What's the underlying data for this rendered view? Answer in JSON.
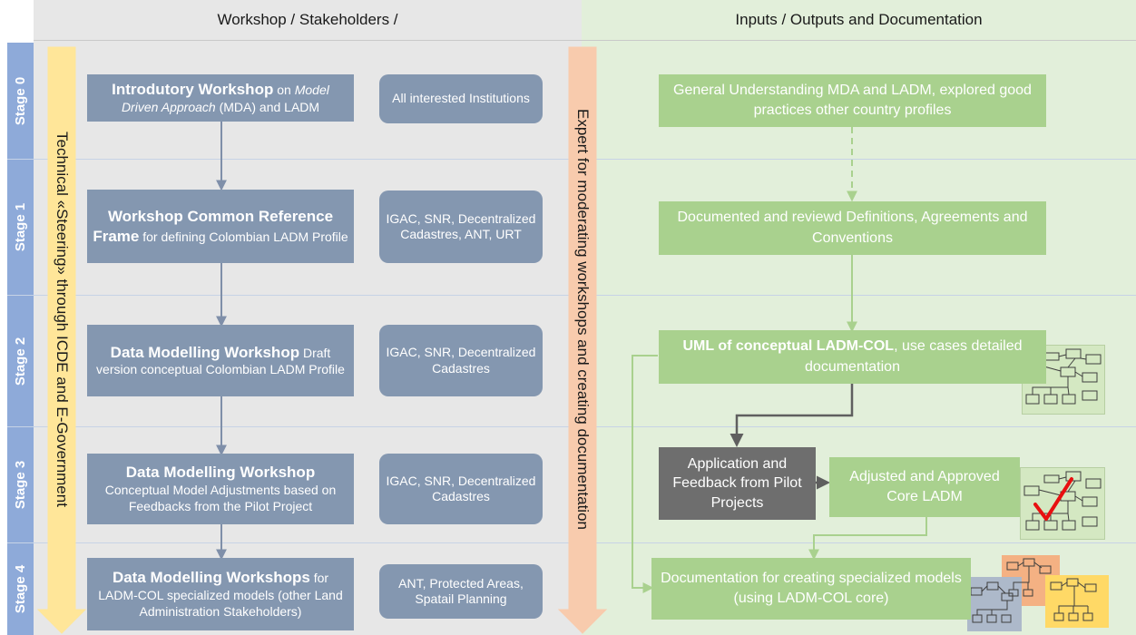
{
  "headers": {
    "left": "Workshop / Stakeholders /",
    "right": "Inputs / Outputs and Documentation"
  },
  "stages": [
    "Stage 0",
    "Stage 1",
    "Stage 2",
    "Stage 3",
    "Stage 4"
  ],
  "steering_label": "Technical «Steering» through ICDE and E-Government",
  "expert_label": "Expert for moderating workshops and creating documentation",
  "workshops": [
    {
      "title": "Introdutory Workshop",
      "title_rest": " on ",
      "italic": "Model Driven Approach",
      "rest": " (MDA) and LADM"
    },
    {
      "title": "Workshop Common Reference Frame",
      "rest": " for defining Colombian LADM Profile"
    },
    {
      "title": "Data Modelling Workshop",
      "rest": " Draft version conceptual Colombian LADM Profile"
    },
    {
      "title": "Data Modelling Workshop",
      "rest": "Conceptual Model Adjustments based on Feedbacks from the Pilot Project"
    },
    {
      "title": "Data Modelling Workshops",
      "rest": " for LADM-COL specialized models (other Land Administration Stakeholders)"
    }
  ],
  "stakeholders": [
    "All interested Institutions",
    "IGAC, SNR, Decentralized Cadastres, ANT, URT",
    "IGAC, SNR, Decentralized Cadastres",
    "IGAC, SNR, Decentralized Cadastres",
    "ANT, Protected Areas, Spatail Planning"
  ],
  "outputs": {
    "stage0": "General Understanding MDA and LADM, explored good practices other country profiles",
    "stage1": "Documented and reviewd Definitions, Agreements and Conventions",
    "stage2_bold": "UML of conceptual LADM-COL",
    "stage2_rest": ", use cases detailed documentation",
    "pilot": "Application and Feedback from Pilot Projects",
    "stage3": "Adjusted and Approved Core LADM",
    "stage4": "Documentation for creating specialized models (using LADM-COL core)"
  },
  "colors": {
    "stage_bar": "#8eaad9",
    "workshop_box": "#8497b0",
    "output_box": "#a9d18e",
    "pilot_box": "#6e6e6e",
    "steering_arrow": "#ffe699",
    "expert_arrow": "#f8cbad",
    "thumb_orange": "#f4b183",
    "thumb_yellow": "#ffd966",
    "thumb_blue": "#adb9ca",
    "check": "#e81010"
  }
}
